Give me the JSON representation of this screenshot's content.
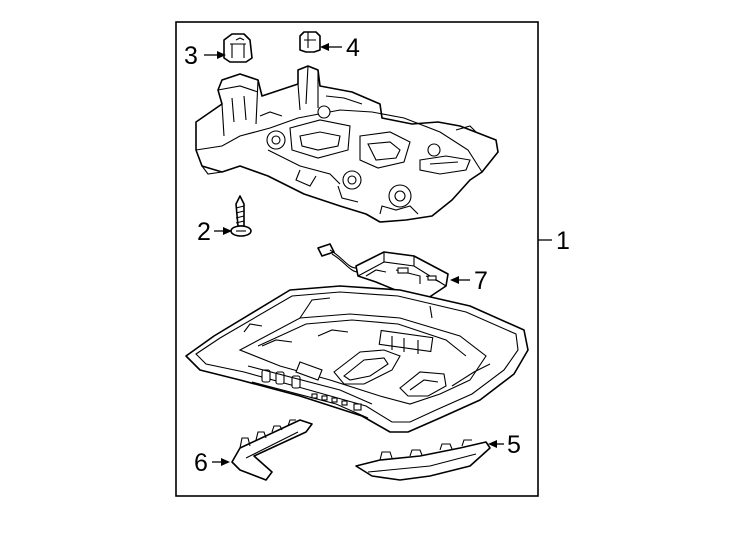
{
  "diagram": {
    "callouts": [
      {
        "id": "1",
        "text": "1"
      },
      {
        "id": "2",
        "text": "2"
      },
      {
        "id": "3",
        "text": "3"
      },
      {
        "id": "4",
        "text": "4"
      },
      {
        "id": "5",
        "text": "5"
      },
      {
        "id": "6",
        "text": "6"
      },
      {
        "id": "7",
        "text": "7"
      }
    ],
    "parts": [
      {
        "callout": "1",
        "name": "overhead-console-assembly"
      },
      {
        "callout": "2",
        "name": "screw"
      },
      {
        "callout": "3",
        "name": "clip"
      },
      {
        "callout": "4",
        "name": "clip"
      },
      {
        "callout": "5",
        "name": "trim-strip-right"
      },
      {
        "callout": "6",
        "name": "trim-strip-left"
      },
      {
        "callout": "7",
        "name": "lamp-module"
      }
    ]
  }
}
